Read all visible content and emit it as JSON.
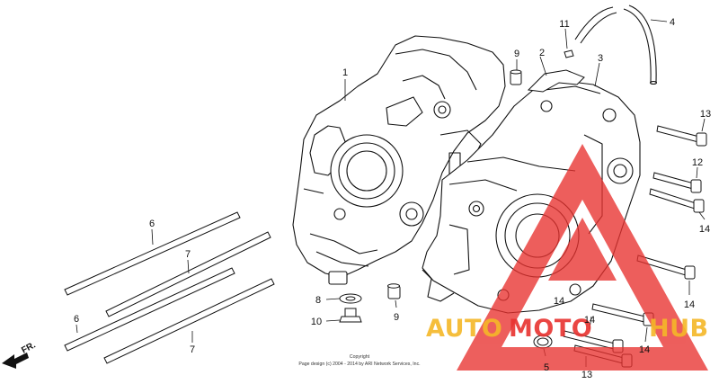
{
  "diagram": {
    "callouts": [
      {
        "id": "1",
        "label": "1"
      },
      {
        "id": "2",
        "label": "2"
      },
      {
        "id": "3",
        "label": "3"
      },
      {
        "id": "4",
        "label": "4"
      },
      {
        "id": "5",
        "label": "5"
      },
      {
        "id": "6a",
        "label": "6"
      },
      {
        "id": "6b",
        "label": "6"
      },
      {
        "id": "7a",
        "label": "7"
      },
      {
        "id": "7b",
        "label": "7"
      },
      {
        "id": "8",
        "label": "8"
      },
      {
        "id": "9a",
        "label": "9"
      },
      {
        "id": "9b",
        "label": "9"
      },
      {
        "id": "10",
        "label": "10"
      },
      {
        "id": "11",
        "label": "11"
      },
      {
        "id": "12",
        "label": "12"
      },
      {
        "id": "13a",
        "label": "13"
      },
      {
        "id": "13b",
        "label": "13"
      },
      {
        "id": "14a",
        "label": "14"
      },
      {
        "id": "14b",
        "label": "14"
      },
      {
        "id": "14c",
        "label": "14"
      },
      {
        "id": "14d",
        "label": "14"
      },
      {
        "id": "14e",
        "label": "14"
      }
    ],
    "direction_label": "FR.",
    "copyright_line1": "Copyright",
    "copyright_line2": "Page design (c) 2004 - 2014 by ARI Network Services, Inc."
  },
  "watermark": {
    "part1": "AUTO",
    "part2": "MOTO",
    "part3": "HUB",
    "color_red": "#e8322f",
    "color_yellow": "#f5b728"
  }
}
